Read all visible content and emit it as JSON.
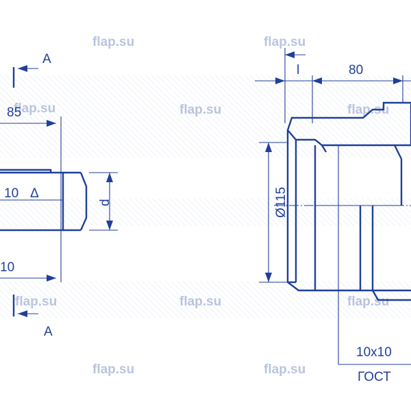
{
  "watermark": "flap.su",
  "section_mark": "A",
  "dimensions": {
    "length_left": "85",
    "key_width": "10",
    "shaft_d": "d",
    "left_bottom": "10",
    "length_right": "80",
    "offset_l": "l",
    "bore": "Ø115"
  },
  "callout": {
    "line1": "10x10",
    "line2": "ГОСТ"
  },
  "colors": {
    "ink": "#1f3f9a",
    "hatch": "#1f3f9a",
    "watermark": "#b9c4de",
    "stripe": "#eef1f7"
  }
}
